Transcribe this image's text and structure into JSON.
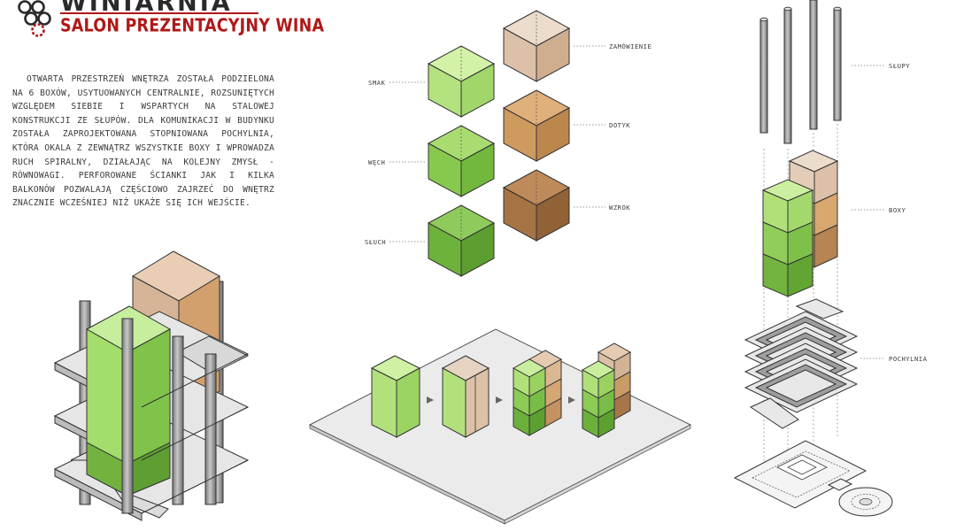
{
  "header": {
    "title": "WINIARNIA",
    "subtitle": "SALON PREZENTACYJNY WINA"
  },
  "description": "OTWARTA PRZESTRZEŃ WNĘTRZA ZOSTAŁA PODZIELONA NA 6 BOXÓW, USYTUOWANYCH CENTRALNIE, ROZSUNIĘTYCH WZGLĘDEM SIEBIE I WSPARTYCH NA STALOWEJ KONSTRUKCJI ZE SŁUPÓW. DLA KOMUNIKACJI W BUDYNKU ZOSTAŁA ZAPROJEKTOWANA STOPNIOWANA POCHYLNIA, KTÓRA OKALA Z ZEWNĄTRZ WSZYSTKIE BOXY I WPROWADZA RUCH SPIRALNY, DZIAŁAJĄC NA KOLEJNY ZMYSŁ - RÓWNOWAGI. PERFOROWANE ŚCIANKI JAK I KILKA BALKONÓW POZWALAJĄ CZĘŚCIOWO ZAJRZEĆ DO WNĘTRZ ZNACZNIE WCZEŚNIEJ NIŻ UKAŻE SIĘ ICH WEJŚCIE.",
  "box_labels": {
    "smak": "SMAK",
    "wech": "WĘCH",
    "sluch": "SŁUCH",
    "zamowienie": "ZAMÓWIENIE",
    "dotyk": "DOTYK",
    "wzrok": "WZROK"
  },
  "exploded_labels": {
    "slupy": "SŁUPY",
    "boxy": "BOXY",
    "pochylnia": "POCHYLNIA"
  },
  "colors": {
    "accent_red": "#b01818",
    "green_light": "#b9e48a",
    "green_mid": "#8fcf5a",
    "green_dark": "#6cb13f",
    "brown_light": "#e3c8b0",
    "brown_mid": "#d6a46f",
    "brown_dark": "#b07a4a",
    "steel": "#9c9c9c"
  }
}
